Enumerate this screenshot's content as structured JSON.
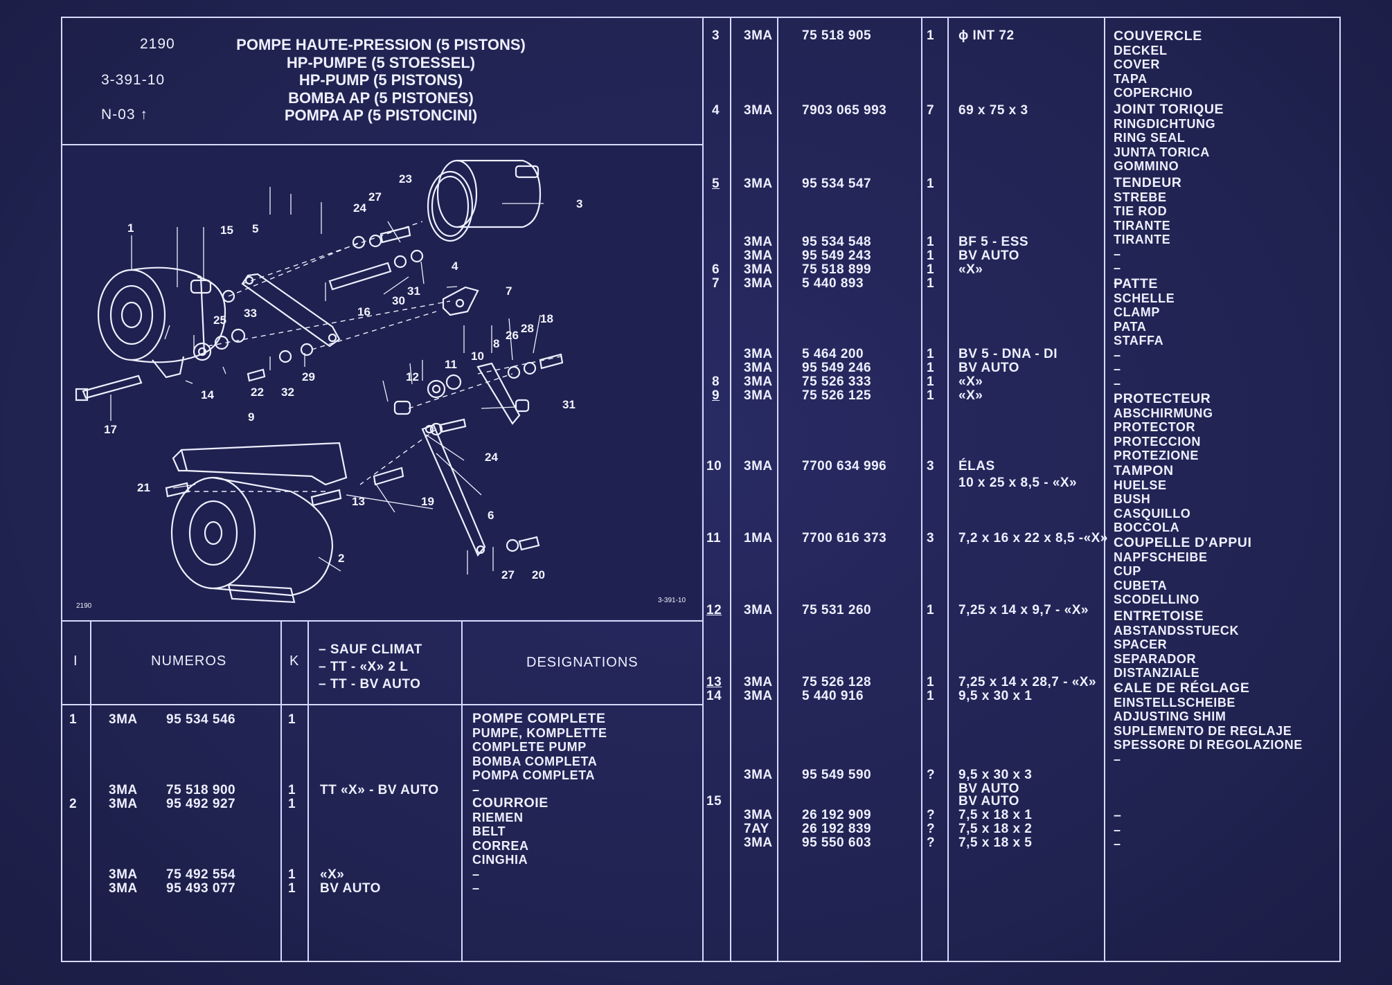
{
  "header": {
    "code": "2190",
    "ref": "3-391-10",
    "sheet": "N-03",
    "titles": [
      "POMPE HAUTE-PRESSION (5 PISTONS)",
      "HP-PUMPE (5 STOESSEL)",
      "HP-PUMP (5 PISTONS)",
      "BOMBA AP (5 PISTONES)",
      "POMPA AP (5 PISTONCINI)"
    ]
  },
  "diagram": {
    "corner_left": "2190",
    "corner_right": "3-391-10",
    "callouts": [
      "1",
      "2",
      "3",
      "4",
      "5",
      "6",
      "7",
      "8",
      "9",
      "10",
      "11",
      "12",
      "13",
      "14",
      "15",
      "16",
      "17",
      "18",
      "19",
      "20",
      "21",
      "22",
      "23",
      "24",
      "25",
      "26",
      "27",
      "28",
      "29",
      "30",
      "31",
      "32",
      "33"
    ]
  },
  "table_header": {
    "col_i": "I",
    "col_numeros": "NUMEROS",
    "col_k": "K",
    "conditions": [
      "– SAUF CLIMAT",
      "– TT - «X» 2 L",
      "– TT - BV AUTO"
    ],
    "col_designations": "DESIGNATIONS"
  },
  "left_rows": [
    {
      "item": "1",
      "lines": [
        {
          "pref": "3MA",
          "num": "95 534 546",
          "k": "1",
          "cond": ""
        }
      ],
      "designation": [
        "POMPE COMPLETE",
        "PUMPE, KOMPLETTE",
        "COMPLETE PUMP",
        "BOMBA COMPLETA",
        "POMPA COMPLETA",
        "–"
      ]
    },
    {
      "item": "2",
      "lines": [
        {
          "pref": "3MA",
          "num": "75 518 900",
          "k": "1",
          "cond": "TT «X» - BV AUTO"
        },
        {
          "pref": "3MA",
          "num": "95 492 927",
          "k": "1",
          "cond": ""
        },
        {
          "pref": "3MA",
          "num": "75 492 554",
          "k": "1",
          "cond": "«X»"
        },
        {
          "pref": "3MA",
          "num": "95 493 077",
          "k": "1",
          "cond": "BV AUTO"
        }
      ],
      "designation": [
        "COURROIE",
        "RIEMEN",
        "BELT",
        "CORREA",
        "CINGHIA",
        "–",
        "–"
      ]
    }
  ],
  "right_rows": [
    {
      "item": "3",
      "pref": "3MA",
      "num": "75 518 905",
      "k": "1",
      "cond": "ϕ INT 72"
    },
    {
      "item": "4",
      "pref": "3MA",
      "num": "7903 065 993",
      "k": "7",
      "cond": "69 x 75 x 3"
    },
    {
      "item": "5",
      "pref": "3MA",
      "num": "95 534 547",
      "k": "1",
      "cond": ""
    },
    {
      "item": "",
      "pref": "3MA",
      "num": "95 534 548",
      "k": "1",
      "cond": "BF 5 - ESS"
    },
    {
      "item": "",
      "pref": "3MA",
      "num": "95 549 243",
      "k": "1",
      "cond": "BV AUTO"
    },
    {
      "item": "6",
      "pref": "3MA",
      "num": "75 518 899",
      "k": "1",
      "cond": "«X»"
    },
    {
      "item": "7",
      "pref": "3MA",
      "num": "5 440 893",
      "k": "1",
      "cond": ""
    },
    {
      "item": "",
      "pref": "3MA",
      "num": "5 464 200",
      "k": "1",
      "cond": "BV 5 - DNA - DI"
    },
    {
      "item": "",
      "pref": "3MA",
      "num": "95 549 246",
      "k": "1",
      "cond": "BV AUTO"
    },
    {
      "item": "8",
      "pref": "3MA",
      "num": "75 526 333",
      "k": "1",
      "cond": "«X»"
    },
    {
      "item": "9",
      "pref": "3MA",
      "num": "75 526 125",
      "k": "1",
      "cond": "«X»"
    },
    {
      "item": "10",
      "pref": "3MA",
      "num": "7700 634 996",
      "k": "3",
      "cond": "ÉLAS"
    },
    {
      "item": "",
      "pref": "",
      "num": "",
      "k": "",
      "cond": "10 x 25 x 8,5 - «X»"
    },
    {
      "item": "11",
      "pref": "1MA",
      "num": "7700 616 373",
      "k": "3",
      "cond": "7,2 x 16 x 22 x 8,5 -«X»"
    },
    {
      "item": "12",
      "pref": "3MA",
      "num": "75 531 260",
      "k": "1",
      "cond": "7,25 x 14 x 9,7 - «X»"
    },
    {
      "item": "13",
      "pref": "3MA",
      "num": "75 526 128",
      "k": "1",
      "cond": "7,25 x 14 x 28,7 - «X»"
    },
    {
      "item": "14",
      "pref": "3MA",
      "num": "5 440 916",
      "k": "1",
      "cond": "9,5 x 30 x 1"
    },
    {
      "item": "",
      "pref": "3MA",
      "num": "95 549 590",
      "k": "?",
      "cond": "9,5 x 30 x 3"
    },
    {
      "item": "",
      "pref": "",
      "num": "",
      "k": "",
      "cond": "BV AUTO"
    },
    {
      "item": "15",
      "pref": "",
      "num": "",
      "k": "",
      "cond": "BV AUTO"
    },
    {
      "item": "",
      "pref": "3MA",
      "num": "26 192 909",
      "k": "?",
      "cond": "7,5 x 18 x 1"
    },
    {
      "item": "",
      "pref": "7AY",
      "num": "26 192 839",
      "k": "?",
      "cond": "7,5 x 18 x 2"
    },
    {
      "item": "",
      "pref": "3MA",
      "num": "95 550 603",
      "k": "?",
      "cond": "7,5 x 18 x 5"
    }
  ],
  "right_designations": [
    [
      "COUVERCLE",
      "DECKEL",
      "COVER",
      "TAPA",
      "COPERCHIO"
    ],
    [
      "JOINT TORIQUE",
      "RINGDICHTUNG",
      "RING SEAL",
      "JUNTA TORICA",
      "GOMMINO"
    ],
    [
      "TENDEUR",
      "STREBE",
      "TIE ROD",
      "TIRANTE",
      "TIRANTE",
      "–",
      "–",
      "–"
    ],
    [
      "PATTE",
      "SCHELLE",
      "CLAMP",
      "PATA",
      "STAFFA",
      "–",
      "–",
      "–"
    ],
    [
      "PROTECTEUR",
      "ABSCHIRMUNG",
      "PROTECTOR",
      "PROTECCION",
      "PROTEZIONE"
    ],
    [
      "TAMPON",
      "HUELSE",
      "BUSH",
      "CASQUILLO",
      "BOCCOLA"
    ],
    [
      "COUPELLE D'APPUI",
      "NAPFSCHEIBE",
      "CUP",
      "CUBETA",
      "SCODELLINO"
    ],
    [
      "ENTRETOISE",
      "ABSTANDSSTUECK",
      "SPACER",
      "SEPARADOR",
      "DISTANZIALE",
      "–"
    ],
    [
      "CALE DE RÉGLAGE",
      "EINSTELLSCHEIBE",
      "ADJUSTING SHIM",
      "SUPLEMENTO DE REGLAJE",
      "SPESSORE DI REGOLAZIONE",
      "–"
    ],
    [
      "–",
      "–",
      "–"
    ]
  ]
}
